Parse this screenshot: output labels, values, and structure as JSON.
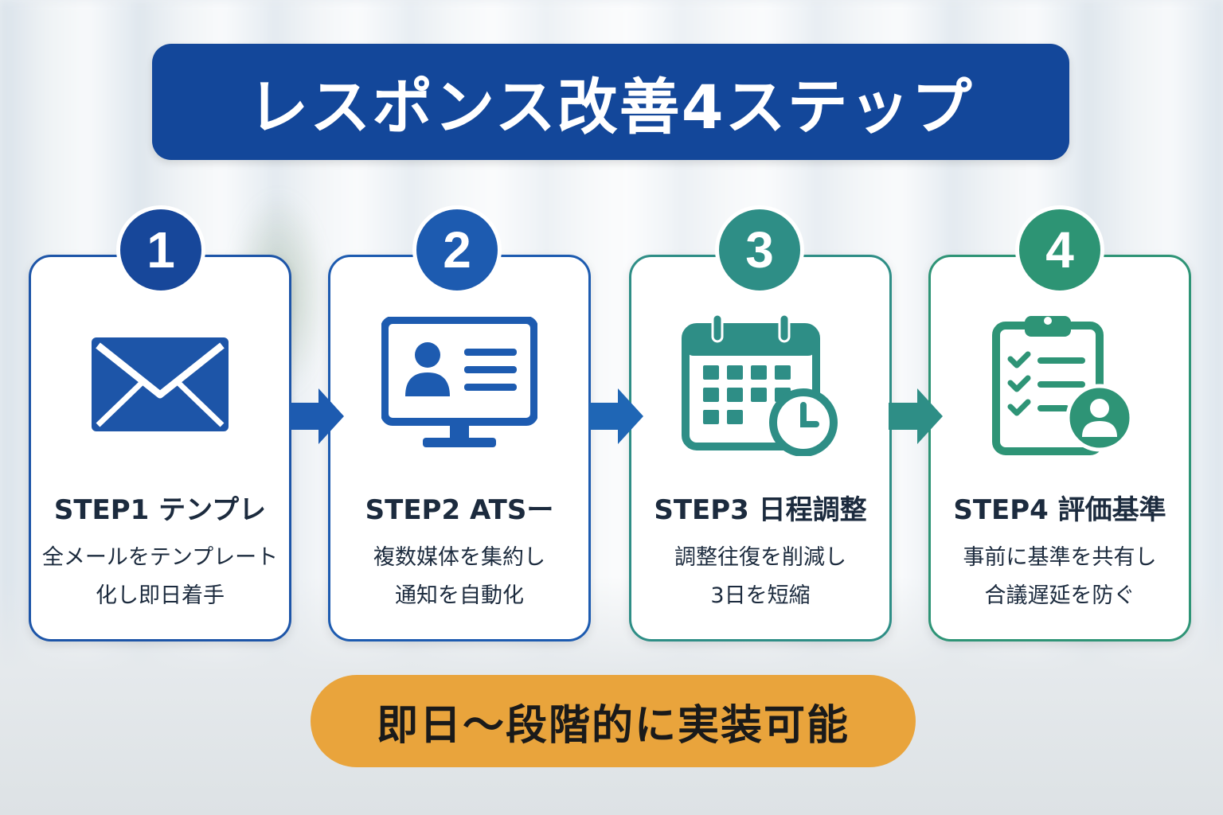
{
  "title": "レスポンス改善4ステップ",
  "steps": [
    {
      "number": "1",
      "icon": "mail-envelope-icon",
      "title": "STEP1 テンプレ",
      "desc_line1": "全メールをテンプレート",
      "desc_line2": "化し即日着手",
      "color": "#1d55a8"
    },
    {
      "number": "2",
      "icon": "ats-monitor-profile-icon",
      "title": "STEP2 ATSー",
      "desc_line1": "複数媒体を集約し",
      "desc_line2": "通知を自動化",
      "color": "#1d5bb0"
    },
    {
      "number": "3",
      "icon": "calendar-clock-icon",
      "title": "STEP3 日程調整",
      "desc_line1": "調整往復を削減し",
      "desc_line2": "3日を短縮",
      "color": "#2e8e86"
    },
    {
      "number": "4",
      "icon": "clipboard-checklist-person-icon",
      "title": "STEP4 評価基準",
      "desc_line1": "事前に基準を共有し",
      "desc_line2": "合議遅延を防ぐ",
      "color": "#2e9476"
    }
  ],
  "footer": "即日〜段階的に実装可能",
  "colors": {
    "title_bg": "#13479a",
    "footer_bg": "#e9a43c"
  }
}
